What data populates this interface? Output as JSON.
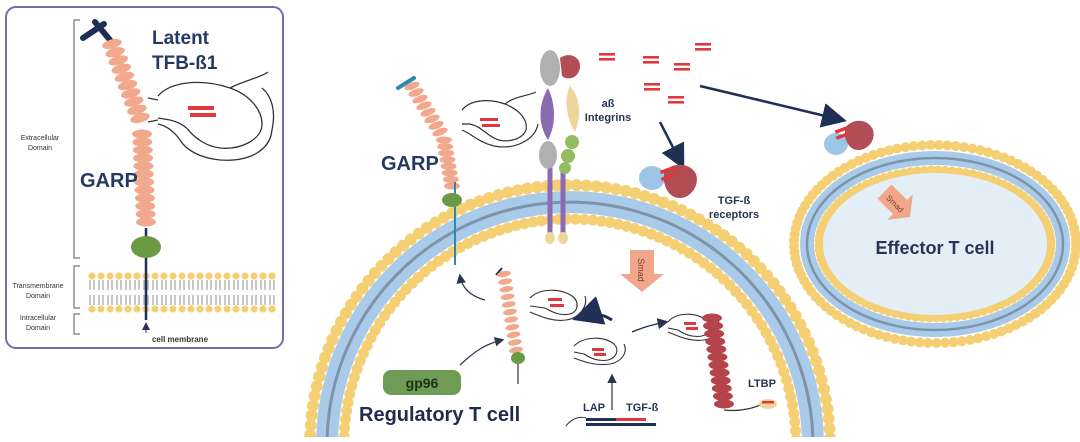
{
  "colors": {
    "panel_border": "#7b6aa6",
    "navy": "#1f2f55",
    "garp_salmon": "#f2a88c",
    "olive": "#6a9a44",
    "lipid_head": "#f5cf74",
    "membrane_blue": "#a9cbe9",
    "membrane_core": "#7d93aa",
    "tgf_red": "#e0383b",
    "receptor_blue": "#9cc5e6",
    "receptor_maroon": "#b24d55",
    "integrin_purple": "#8a6ab0",
    "integrin_gray": "#b0b0b0",
    "integrin_tan": "#efd59a",
    "integrin_green": "#93bd63",
    "ltbp_red": "#b4444a",
    "gp96_green": "#6e9c55",
    "smad_arrow": "#f3a78a"
  },
  "left_panel": {
    "title_line1": "Latent",
    "title_line2": "TFB-ß1",
    "garp_label": "GARP",
    "domains": {
      "extracellular_1": "Extracellular",
      "extracellular_2": "Domain",
      "transmembrane_1": "Transmembrane",
      "transmembrane_2": "Domain",
      "intracellular_1": "Intracellular",
      "intracellular_2": "Domain"
    },
    "membrane_label": "cell membrane"
  },
  "main_panel": {
    "garp_label": "GARP",
    "integrins_line1": "aß",
    "integrins_line2": "Integrins",
    "receptors_line1": "TGF-ß",
    "receptors_line2": "receptors",
    "smad_label": "Smad",
    "effector_smad_label": "Smad",
    "effector_label": "Effector T cell",
    "gp96_label": "gp96",
    "regulatory_label": "Regulatory T cell",
    "lap_label": "LAP",
    "tgf_label": "TGF-ß",
    "ltbp_label": "LTBP"
  }
}
